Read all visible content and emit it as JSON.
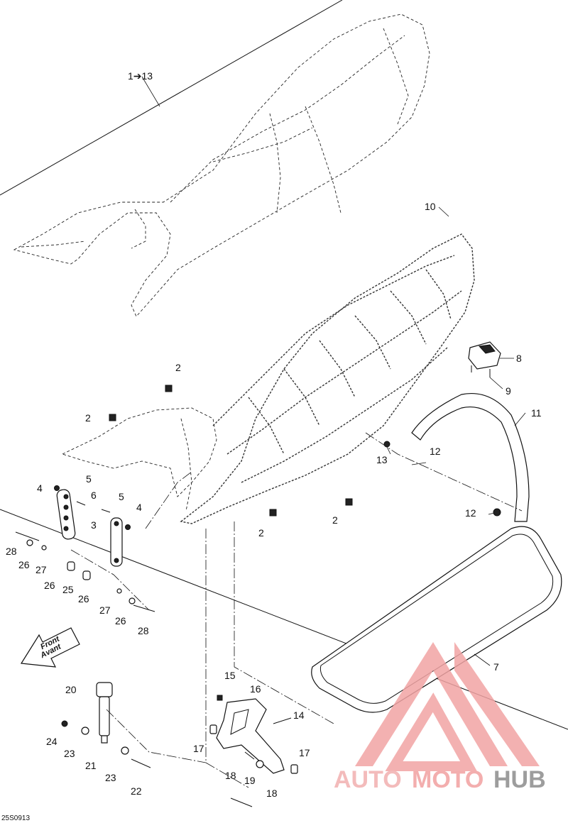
{
  "callouts": {
    "c1_13": "1➔13",
    "c2a": "2",
    "c2b": "2",
    "c2c": "2",
    "c2d": "2",
    "c3": "3",
    "c4a": "4",
    "c4b": "4",
    "c5a": "5",
    "c5b": "5",
    "c6": "6",
    "c7": "7",
    "c8": "8",
    "c9": "9",
    "c10": "10",
    "c11": "11",
    "c12a": "12",
    "c12b": "12",
    "c13": "13",
    "c14": "14",
    "c15": "15",
    "c16": "16",
    "c17a": "17",
    "c17b": "17",
    "c18a": "18",
    "c18b": "18",
    "c19": "19",
    "c20": "20",
    "c21": "21",
    "c22": "22",
    "c23a": "23",
    "c23b": "23",
    "c24": "24",
    "c25": "25",
    "c26a": "26",
    "c26b": "26",
    "c26c": "26",
    "c27a": "27",
    "c27b": "27",
    "c28a": "28",
    "c28b": "28"
  },
  "direction_arrow": {
    "line1": "Front",
    "line2": "Avant"
  },
  "watermark": {
    "part1": "AUTO",
    "part2": "MOTO",
    "part3": "HUB",
    "color_main": "#f0a8a8",
    "color_dark": "#8c8c8c"
  },
  "figure_code": "25S0913"
}
